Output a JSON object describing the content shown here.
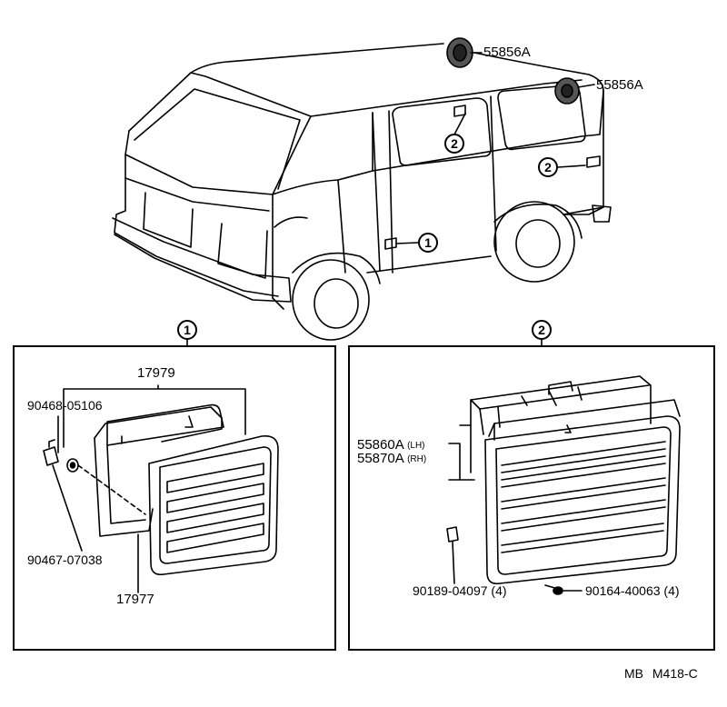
{
  "callouts": {
    "one": "1",
    "two": "2"
  },
  "van_view": {
    "roof_vent_front_part": "55856A",
    "roof_vent_rear_part": "55856A"
  },
  "detail_1": {
    "index": "1",
    "assembly_part": "17979",
    "clip_part": "90468-05106",
    "screw_part": "90467-07038",
    "gasket_part": "17977"
  },
  "detail_2": {
    "index": "2",
    "ventilator_lh_part": "55860A",
    "ventilator_lh_side": "(LH)",
    "ventilator_rh_part": "55870A",
    "ventilator_rh_side": "(RH)",
    "nut_part": "90189-04097",
    "nut_qty": "(4)",
    "screw_part": "90164-40063",
    "screw_qty": "(4)"
  },
  "footer": {
    "code_prefix": "MB",
    "code": "M418-C"
  }
}
